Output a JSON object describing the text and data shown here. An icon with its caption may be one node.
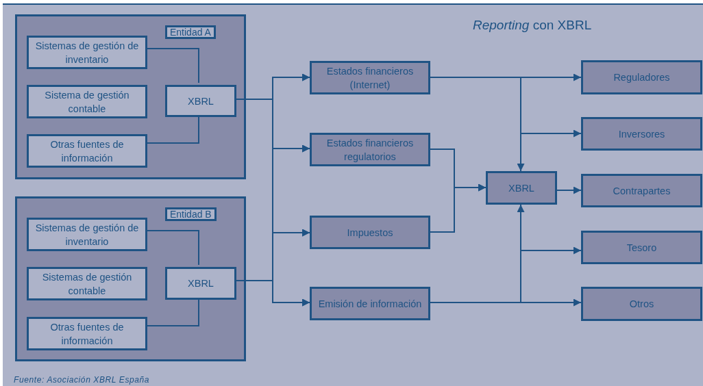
{
  "diagram": {
    "title": "*Reporting* con XBRL",
    "caption": "Fuente: Asociación XBRL España",
    "nodes": [
      {
        "text": [
          "Entidad A"
        ]
      },
      {
        "text": [
          "Sistemas de gestión de inventario"
        ],
        "in": 0
      },
      {
        "text": [
          "Sistema de gestión contable"
        ],
        "in": 0
      },
      {
        "text": [
          "Otras fuentes de información"
        ],
        "in": 0
      },
      {
        "text": [
          "XBRL"
        ],
        "in": 0
      },
      {
        "text": [
          "Entidad B"
        ]
      },
      {
        "text": [
          "Sistemas de gestión de inventario"
        ],
        "in": 5
      },
      {
        "text": [
          "Sistemas de gestión contable"
        ],
        "in": 5
      },
      {
        "text": [
          "Otras fuentes de información"
        ],
        "in": 5
      },
      {
        "text": [
          "XBRL"
        ],
        "in": 5
      },
      {
        "text": [
          "Estados financieros (Internet)"
        ]
      },
      {
        "text": [
          "Estados financieros regulatorios"
        ]
      },
      {
        "text": [
          "Impuestos"
        ]
      },
      {
        "text": [
          "Emisión de información"
        ]
      },
      {
        "text": [
          "XBRL"
        ]
      },
      {
        "text": [
          "Reguladores"
        ]
      },
      {
        "text": [
          "Inversores"
        ]
      },
      {
        "text": [
          "Contrapartes"
        ]
      },
      {
        "text": [
          "Tesoro"
        ]
      },
      {
        "text": [
          "Otros"
        ]
      }
    ],
    "edges": [
      {
        "from": 1,
        "to": 4,
        "arrow": "none"
      },
      {
        "from": 3,
        "to": 4,
        "arrow": "none"
      },
      {
        "from": 6,
        "to": 9,
        "arrow": "none"
      },
      {
        "from": 8,
        "to": 9,
        "arrow": "none"
      },
      {
        "from": 4,
        "to": 10,
        "arrow": "to"
      },
      {
        "from": 4,
        "to": 11,
        "arrow": "to"
      },
      {
        "from": 4,
        "to": 12,
        "arrow": "to"
      },
      {
        "from": 4,
        "to": 13,
        "arrow": "to"
      },
      {
        "from": 9,
        "to": 10,
        "arrow": "to"
      },
      {
        "from": 9,
        "to": 11,
        "arrow": "to"
      },
      {
        "from": 9,
        "to": 12,
        "arrow": "to"
      },
      {
        "from": 9,
        "to": 13,
        "arrow": "to"
      },
      {
        "from": 10,
        "to": 15,
        "arrow": "to"
      },
      {
        "from": 10,
        "to": 16,
        "arrow": "to"
      },
      {
        "from": 10,
        "to": 14,
        "arrow": "to"
      },
      {
        "from": 11,
        "to": 14,
        "arrow": "to"
      },
      {
        "from": 12,
        "to": 14,
        "arrow": "to"
      },
      {
        "from": 14,
        "to": 17,
        "arrow": "to"
      },
      {
        "from": 13,
        "to": 19,
        "arrow": "to"
      },
      {
        "from": 13,
        "to": 14,
        "arrow": "to"
      },
      {
        "from": 13,
        "to": 18,
        "arrow": "to"
      }
    ]
  }
}
